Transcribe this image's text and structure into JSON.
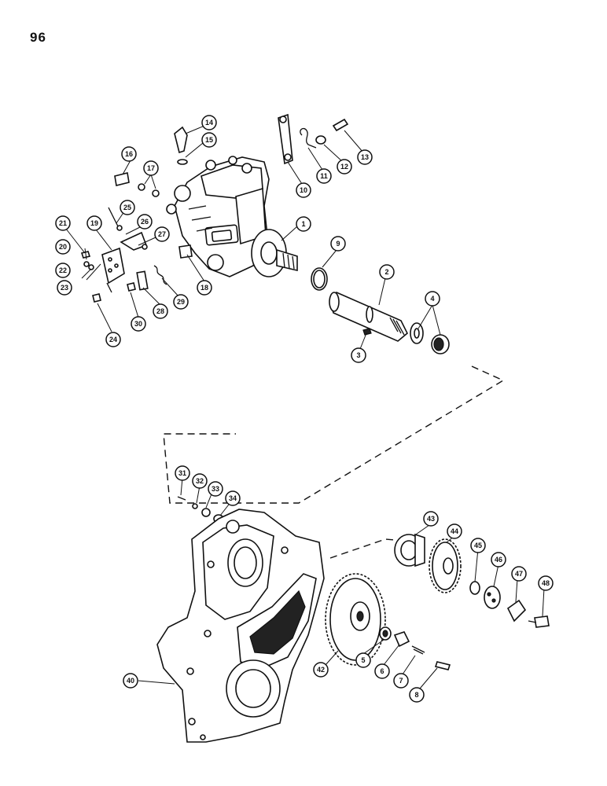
{
  "page": {
    "number": "96"
  },
  "callouts": [
    {
      "id": "1",
      "label": "1"
    },
    {
      "id": "2",
      "label": "2"
    },
    {
      "id": "3",
      "label": "3"
    },
    {
      "id": "4",
      "label": "4"
    },
    {
      "id": "5",
      "label": "5"
    },
    {
      "id": "6",
      "label": "6"
    },
    {
      "id": "7",
      "label": "7"
    },
    {
      "id": "8",
      "label": "8"
    },
    {
      "id": "9",
      "label": "9"
    },
    {
      "id": "10",
      "label": "10"
    },
    {
      "id": "11",
      "label": "11"
    },
    {
      "id": "12",
      "label": "12"
    },
    {
      "id": "13",
      "label": "13"
    },
    {
      "id": "14",
      "label": "14"
    },
    {
      "id": "15",
      "label": "15"
    },
    {
      "id": "16",
      "label": "16"
    },
    {
      "id": "17",
      "label": "17"
    },
    {
      "id": "18",
      "label": "18"
    },
    {
      "id": "19",
      "label": "19"
    },
    {
      "id": "20",
      "label": "20"
    },
    {
      "id": "21",
      "label": "21"
    },
    {
      "id": "22",
      "label": "22"
    },
    {
      "id": "23",
      "label": "23"
    },
    {
      "id": "24",
      "label": "24"
    },
    {
      "id": "25",
      "label": "25"
    },
    {
      "id": "26",
      "label": "26"
    },
    {
      "id": "27",
      "label": "27"
    },
    {
      "id": "28",
      "label": "28"
    },
    {
      "id": "29",
      "label": "29"
    },
    {
      "id": "30",
      "label": "30"
    },
    {
      "id": "31",
      "label": "31"
    },
    {
      "id": "32",
      "label": "32"
    },
    {
      "id": "33",
      "label": "33"
    },
    {
      "id": "34",
      "label": "34"
    },
    {
      "id": "40",
      "label": "40"
    },
    {
      "id": "42",
      "label": "42"
    },
    {
      "id": "43",
      "label": "43"
    },
    {
      "id": "44",
      "label": "44"
    },
    {
      "id": "45",
      "label": "45"
    },
    {
      "id": "46",
      "label": "46"
    },
    {
      "id": "47",
      "label": "47"
    },
    {
      "id": "48",
      "label": "48"
    }
  ]
}
